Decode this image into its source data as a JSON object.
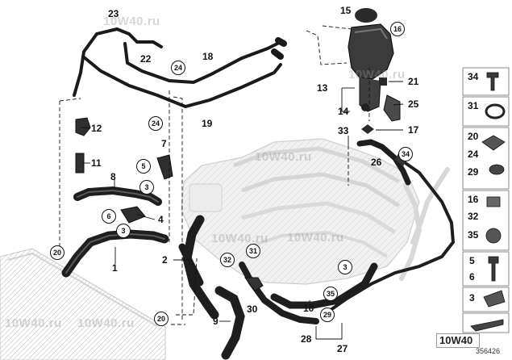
{
  "callouts": {
    "c1": "1",
    "c2": "2",
    "c4": "4",
    "c7": "7",
    "c8": "8",
    "c9": "9",
    "c10": "10",
    "c11": "11",
    "c12": "12",
    "c13": "13",
    "c14": "14",
    "c15": "15",
    "c17": "17",
    "c18": "18",
    "c19": "19",
    "c21": "21",
    "c22": "22",
    "c23": "23",
    "c25": "25",
    "c26": "26",
    "c27": "27",
    "c28": "28",
    "c30": "30",
    "c33": "33"
  },
  "circled": {
    "c16": "16",
    "c24a": "24",
    "c24b": "24",
    "c5": "5",
    "c3a": "3",
    "c6": "6",
    "c3b": "3",
    "c20a": "20",
    "c20b": "20",
    "c32": "32",
    "c31": "31",
    "c3c": "3",
    "c35": "35",
    "c29": "29",
    "c34": "34"
  },
  "sidebar": {
    "s34": "34",
    "s31": "31",
    "s20": "20",
    "s24": "24",
    "s29": "29",
    "s16": "16",
    "s32": "32",
    "s35": "35",
    "s5": "5",
    "s6": "6",
    "s3": "3"
  },
  "watermarks": [
    "10W40.ru",
    "10W40.ru",
    "10W40.ru",
    "10W40.ru",
    "10W40.ru",
    "10W40.ru",
    "10W40.ru"
  ],
  "logo": "10W40",
  "diagram_id": "356426"
}
